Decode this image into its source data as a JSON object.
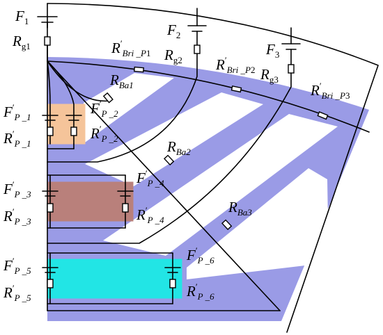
{
  "colors": {
    "core": "#9a9be6",
    "slot": "#ffffff",
    "magnet_1": "#f5c49a",
    "magnet_2": "#b9807b",
    "magnet_3": "#22e5e5",
    "wire": "#000000"
  },
  "labels": {
    "F1": {
      "main": "F",
      "prime": "",
      "sub": "1"
    },
    "Rg1": {
      "main": "R",
      "prime": "",
      "sub": "g1"
    },
    "F2": {
      "main": "F",
      "prime": "",
      "sub": "2"
    },
    "Rg2": {
      "main": "R",
      "prime": "",
      "sub": "g2"
    },
    "F3": {
      "main": "F",
      "prime": "",
      "sub": "3"
    },
    "Rg3": {
      "main": "R",
      "prime": "",
      "sub": "g3"
    },
    "RBri_P1": {
      "main": "R",
      "prime": "′",
      "sub": "Bri _P",
      "sub_tail": "1"
    },
    "RBri_P2": {
      "main": "R",
      "prime": "′",
      "sub": "Bri _P",
      "sub_tail": "2"
    },
    "RBri_P3": {
      "main": "R",
      "prime": "′",
      "sub": "Bri _P",
      "sub_tail": "3"
    },
    "RBa1": {
      "main": "R",
      "prime": "",
      "sub": "Ba1"
    },
    "RBa2": {
      "main": "R",
      "prime": "",
      "sub": "Ba2"
    },
    "RBa3": {
      "main": "R",
      "prime": "",
      "sub": "Ba3"
    },
    "FP_1": {
      "main": "F",
      "prime": "′",
      "sub": "P _1"
    },
    "RP_1": {
      "main": "R",
      "prime": "′",
      "sub": "P _1"
    },
    "FP_2": {
      "main": "F",
      "prime": "′",
      "sub": "P _2"
    },
    "RP_2": {
      "main": "R",
      "prime": "′",
      "sub": "P _2"
    },
    "FP_3": {
      "main": "F",
      "prime": "′",
      "sub": "P _3"
    },
    "RP_3": {
      "main": "R",
      "prime": "′",
      "sub": "P _3"
    },
    "FP_4": {
      "main": "F",
      "prime": "′",
      "sub": "P _4"
    },
    "RP_4": {
      "main": "R",
      "prime": "′",
      "sub": "P _4"
    },
    "FP_5": {
      "main": "F",
      "prime": "′",
      "sub": "P _5"
    },
    "RP_5": {
      "main": "R",
      "prime": "′",
      "sub": "P _5"
    },
    "FP_6": {
      "main": "F",
      "prime": "′",
      "sub": "P _6"
    },
    "RP_6": {
      "main": "R",
      "prime": "′",
      "sub": "P _6"
    }
  }
}
